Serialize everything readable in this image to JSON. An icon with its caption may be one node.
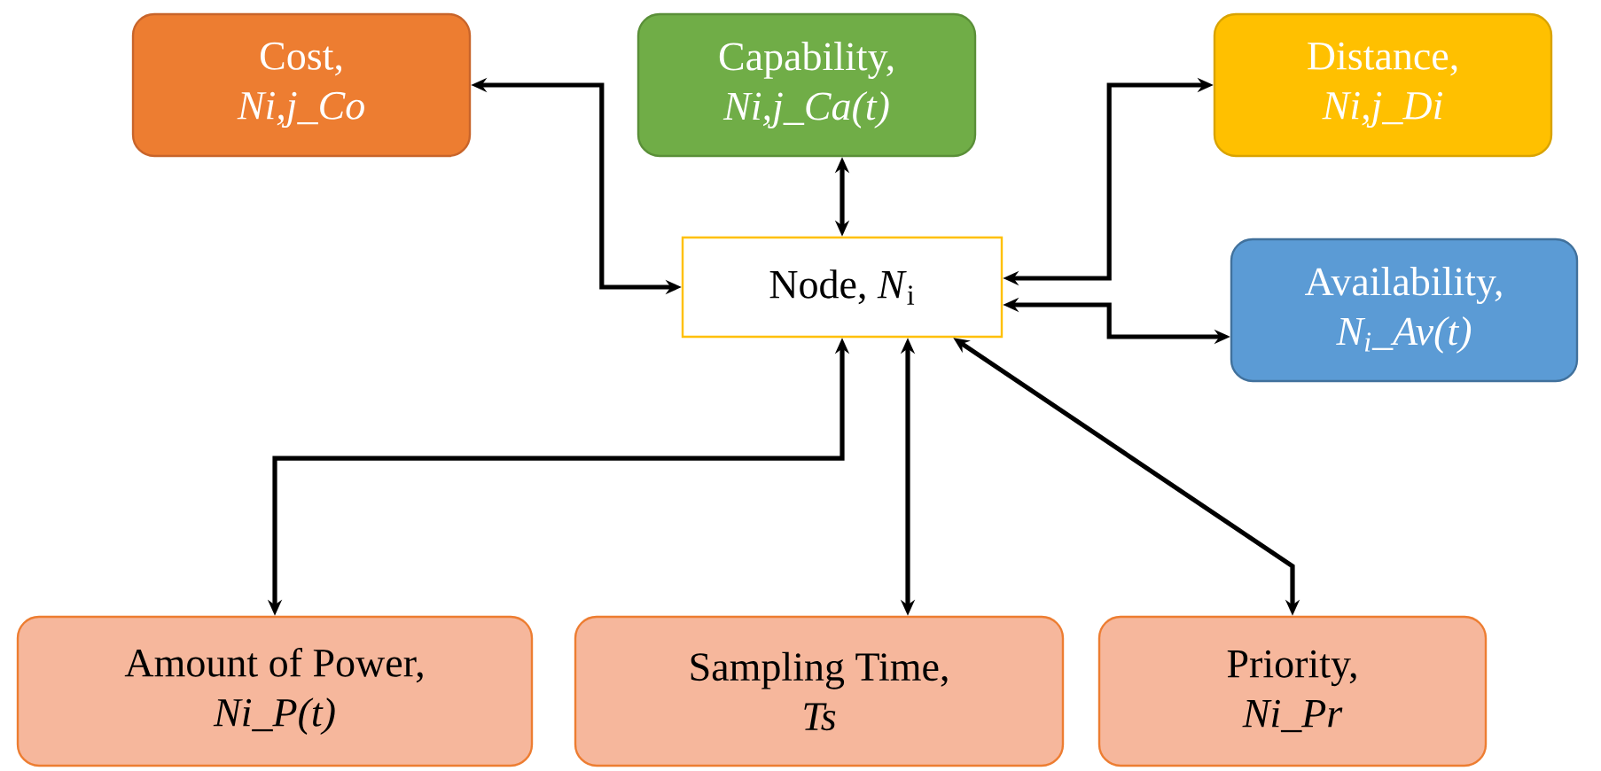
{
  "diagram": {
    "nodes": [
      {
        "text": [
          "Cost,",
          "Ni,j_Co"
        ]
      },
      {
        "text": [
          "Capability,",
          "Ni,j_Ca(t)"
        ]
      },
      {
        "text": [
          "Distance,",
          "Ni,j_Di"
        ]
      },
      {
        "text": [
          "Node, *N*$_{i}$"
        ]
      },
      {
        "text": [
          "Availability,",
          "N$_{i}$_Av(t)"
        ]
      },
      {
        "text": [
          "Amount of Power,",
          "Ni_P(t)"
        ]
      },
      {
        "text": [
          "Sampling Time,",
          "Ts"
        ]
      },
      {
        "text": [
          "Priority,",
          "Ni_Pr"
        ]
      }
    ],
    "edges": [
      {
        "from": 3,
        "to": 0,
        "arrow": "both"
      },
      {
        "from": 3,
        "to": 1,
        "arrow": "both"
      },
      {
        "from": 3,
        "to": 2,
        "arrow": "both"
      },
      {
        "from": 3,
        "to": 4,
        "arrow": "both"
      },
      {
        "from": 3,
        "to": 5,
        "arrow": "both"
      },
      {
        "from": 3,
        "to": 6,
        "arrow": "both"
      },
      {
        "from": 3,
        "to": 7,
        "arrow": "both"
      }
    ]
  }
}
